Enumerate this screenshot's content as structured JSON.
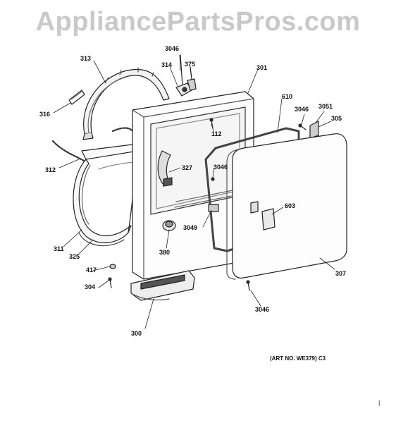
{
  "watermark": "AppliancePartsPros.com",
  "art_no": "(ART NO. WE379) C3",
  "page_mark": "|",
  "parts": {
    "p313": "313",
    "p3046_top": "3046",
    "p314": "314",
    "p375": "375",
    "p301": "301",
    "p316": "316",
    "p610": "610",
    "p3046_r": "3046",
    "p3051": "3051",
    "p305": "305",
    "p112": "112",
    "p312": "312",
    "p327": "327",
    "p3046_m": "3046",
    "p603": "603",
    "p3049": "3049",
    "p311": "311",
    "p325": "325",
    "p380": "380",
    "p417": "417",
    "p304": "304",
    "p307": "307",
    "p3046_b": "3046",
    "p300": "300"
  }
}
